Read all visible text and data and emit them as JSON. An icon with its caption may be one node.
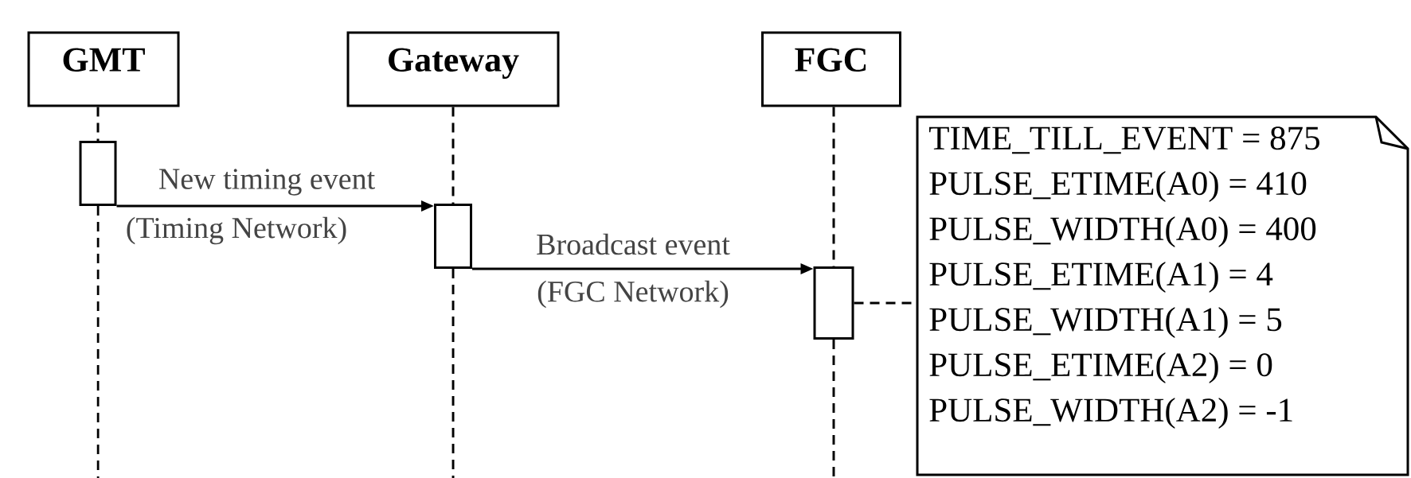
{
  "diagram": {
    "nodes": [
      {
        "text": [
          "GMT"
        ]
      },
      {
        "text": [
          "Gateway"
        ]
      },
      {
        "text": [
          "FGC"
        ]
      },
      {
        "text": [],
        "shape": "box"
      },
      {
        "text": [],
        "shape": "box"
      },
      {
        "text": [],
        "shape": "box"
      },
      {
        "text": [
          "TIME_TILL_EVENT = 875",
          "PULSE_ETIME(A0)  = 410",
          "PULSE_WIDTH(A0) =  400",
          "PULSE_ETIME(A1)  =  4",
          "PULSE_WIDTH(A1) =  5",
          "PULSE_ETIME(A2)  =  0",
          "PULSE_WIDTH(A2) = -1"
        ]
      }
    ],
    "edges": [
      {
        "from": 0,
        "to": 3,
        "arrow": "none",
        "style": "dashed"
      },
      {
        "from": 3,
        "to": null,
        "arrow": "none",
        "style": "dashed"
      },
      {
        "from": 1,
        "to": 4,
        "arrow": "none",
        "style": "dashed"
      },
      {
        "from": 4,
        "to": null,
        "arrow": "none",
        "style": "dashed"
      },
      {
        "from": 2,
        "to": 5,
        "arrow": "none",
        "style": "dashed"
      },
      {
        "from": 5,
        "to": null,
        "arrow": "none",
        "style": "dashed"
      },
      {
        "from": 3,
        "to": 4,
        "arrow": "to",
        "label": "New timing event"
      },
      {
        "from": 4,
        "to": 5,
        "arrow": "to",
        "label": "Broadcast event"
      },
      {
        "from": 5,
        "to": 6,
        "arrow": "none",
        "style": "dashed"
      }
    ],
    "labels": [
      "(Timing Network)",
      "(FGC Network)"
    ]
  }
}
